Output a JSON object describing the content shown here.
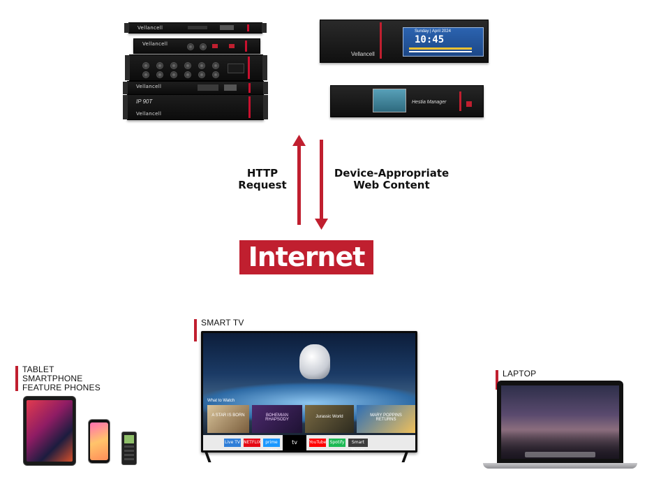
{
  "diagram": {
    "arrow_up_label": [
      "HTTP",
      "Request"
    ],
    "arrow_down_label": [
      "Device-Appropriate",
      "Web Content"
    ],
    "hub_label": "Internet"
  },
  "rack_devices": {
    "brand": "Vellancell",
    "models": [
      "IP 90T",
      "Hestia Manager"
    ],
    "clock_display": {
      "time": "10:45",
      "date": "Sunday | April 2024"
    }
  },
  "devices": {
    "mobile_label": [
      "TABLET",
      "SMARTPHONE",
      "FEATURE PHONES"
    ],
    "tv_label": "SMART TV",
    "laptop_label": "LAPTOP"
  },
  "tv_screen": {
    "row_title": "What to Watch",
    "posters": [
      "A STAR IS BORN",
      "BOHEMIAN RHAPSODY",
      "Jurassic World",
      "MARY POPPINS RETURNS"
    ],
    "apps": [
      "Live TV",
      "NETFLIX",
      "prime video",
      "tv",
      "YouTube",
      "Spotify",
      "Smart Things"
    ]
  },
  "colors": {
    "accent_red": "#c01f2f",
    "text_dark": "#111111"
  }
}
